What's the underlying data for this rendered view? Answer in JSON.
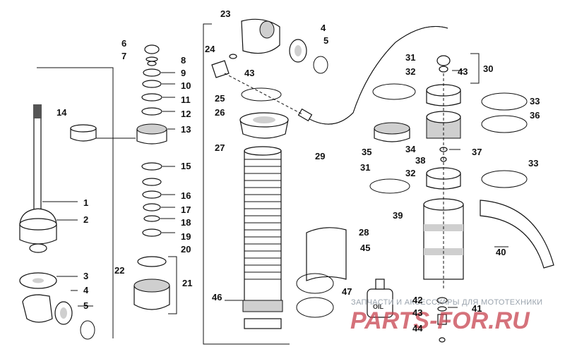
{
  "labels": {
    "l1": "1",
    "l2": "2",
    "l3": "3",
    "l4a": "4",
    "l5a": "5",
    "l6": "6",
    "l7": "7",
    "l8": "8",
    "l9": "9",
    "l10": "10",
    "l11": "11",
    "l12": "12",
    "l13": "13",
    "l14": "14",
    "l15": "15",
    "l16": "16",
    "l17": "17",
    "l18": "18",
    "l19": "19",
    "l20": "20",
    "l21": "21",
    "l22": "22",
    "l23": "23",
    "l4b": "4",
    "l5b": "5",
    "l24": "24",
    "l43a": "43",
    "l25": "25",
    "l26": "26",
    "l27": "27",
    "l29": "29",
    "l28": "28",
    "l45": "45",
    "l46": "46",
    "l47": "47",
    "l31a": "31",
    "l32a": "32",
    "l43b": "43",
    "l30": "30",
    "l33a": "33",
    "l36": "36",
    "l35": "35",
    "l34": "34",
    "l38": "38",
    "l37": "37",
    "l31b": "31",
    "l32b": "32",
    "l33b": "33",
    "l39": "39",
    "l40": "40",
    "l42": "42",
    "l41": "41",
    "l43c": "43",
    "l44": "44"
  },
  "watermark": {
    "line1": "ЗАПЧАСТИ И АКСЕССУАРЫ ДЛЯ МОТОТЕХНИКИ",
    "line2": "PARTS-FOR.RU",
    "oil_label": "OIL"
  }
}
